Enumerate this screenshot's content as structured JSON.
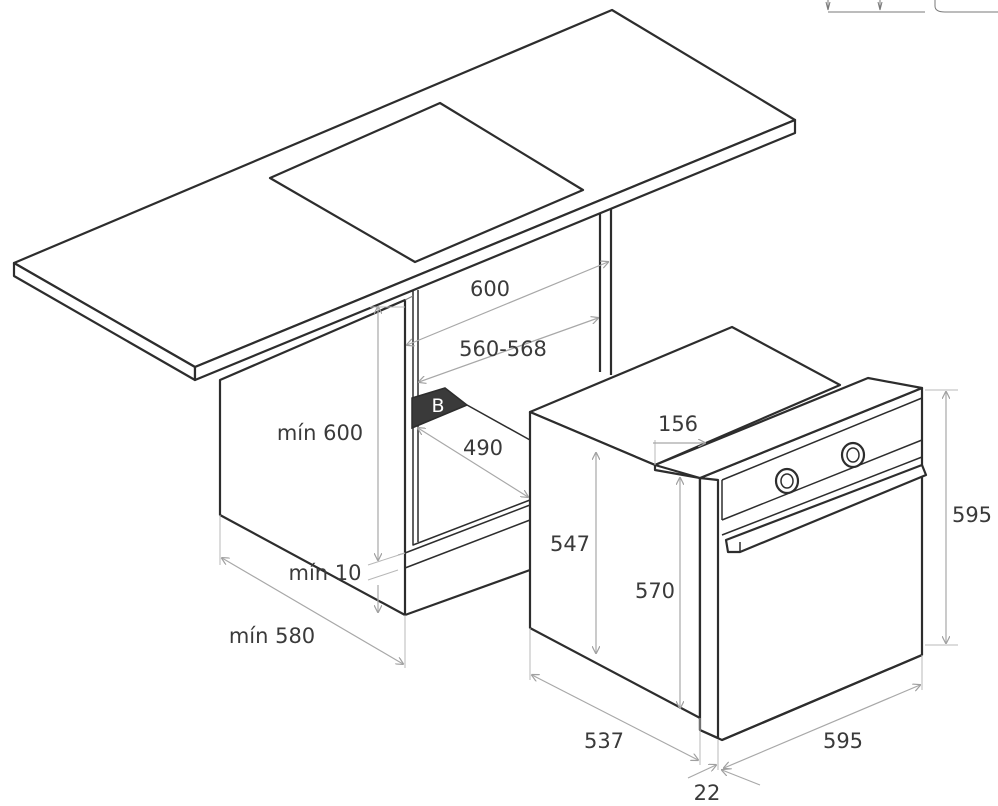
{
  "labels": {
    "w600": "600",
    "w560": "560-568",
    "b": "B",
    "d490": "490",
    "min600": "mín 600",
    "min10": "mín 10",
    "min580": "mín 580",
    "d156": "156",
    "h547": "547",
    "h570": "570",
    "h595": "595",
    "d537": "537",
    "w595": "595",
    "d22": "22"
  }
}
